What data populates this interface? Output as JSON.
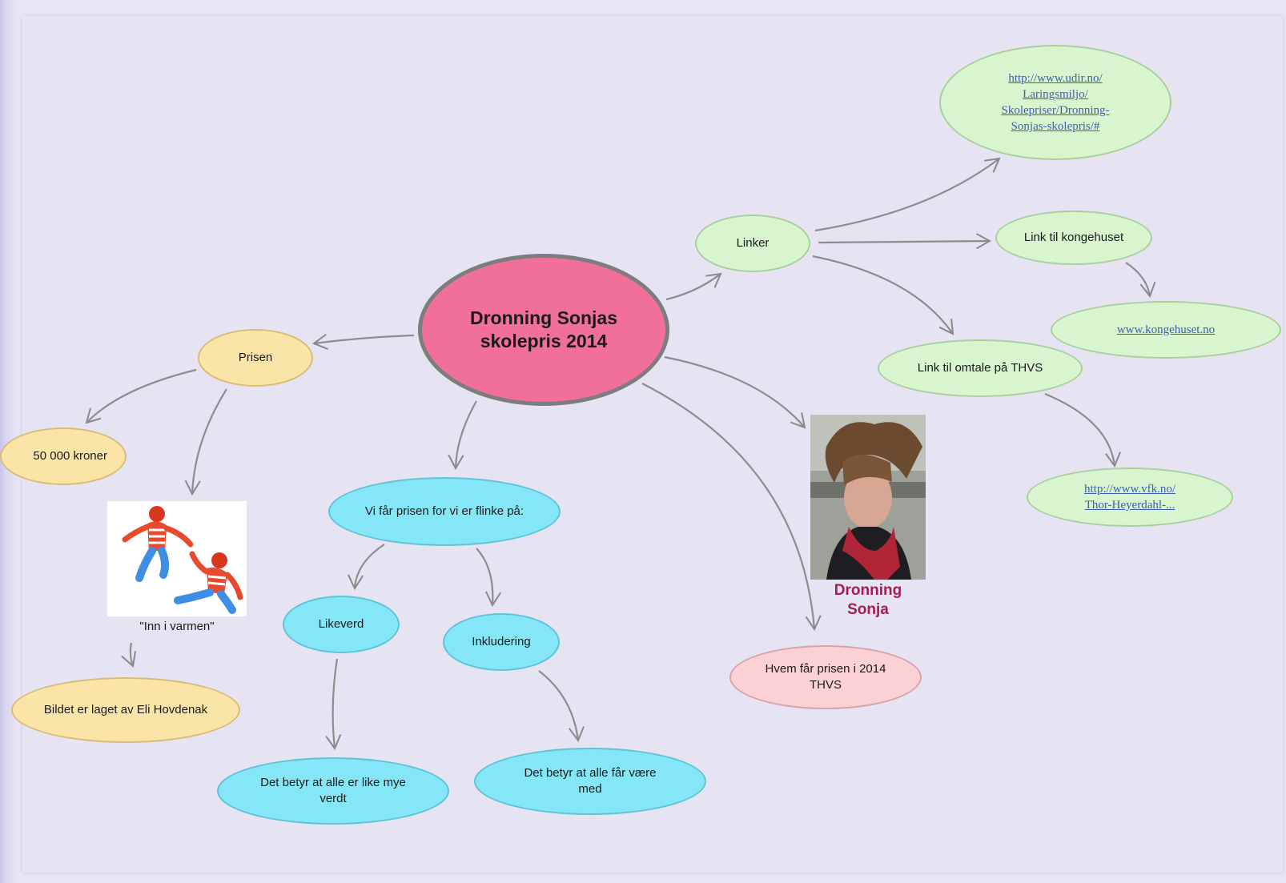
{
  "central": {
    "line1": "Dronning Sonjas",
    "line2": "skolepris 2014"
  },
  "nodes": {
    "linker": "Linker",
    "udir_link": {
      "lines": [
        "http://www.udir.no/",
        "Laringsmiljo/",
        "Skolepriser/Dronning-",
        "Sonjas-skolepris/#"
      ]
    },
    "kongehuset_label": "Link til kongehuset",
    "kongehuset_url": "www.kongehuset.no",
    "thvs_omtale": "Link til omtale på THVS",
    "vfk_link": {
      "lines": [
        "http://www.vfk.no/",
        "Thor-Heyerdahl-..."
      ]
    },
    "prisen": "Prisen",
    "kroner": "50 000 kroner",
    "bildet": "Bildet er laget av Eli Hovdenak",
    "vi_faar": "Vi får prisen for vi er flinke på:",
    "likeverd": "Likeverd",
    "inkludering": "Inkludering",
    "like_mye_verdt": "Det betyr at alle er like mye verdt",
    "faar_vaere_med": "Det betyr at alle får være med",
    "hvem": "Hvem får prisen i 2014 THVS"
  },
  "image_captions": {
    "inn_i_varmen": "\"Inn i varmen\"",
    "person_line1": "Dronning",
    "person_line2": "Sonja"
  },
  "colors": {
    "central": "#f06f9b",
    "links": "#d8f5cf",
    "prize": "#fbe4a8",
    "values": "#85e6f7",
    "who": "#fbd1d6",
    "person_caption": "#a51c53"
  }
}
